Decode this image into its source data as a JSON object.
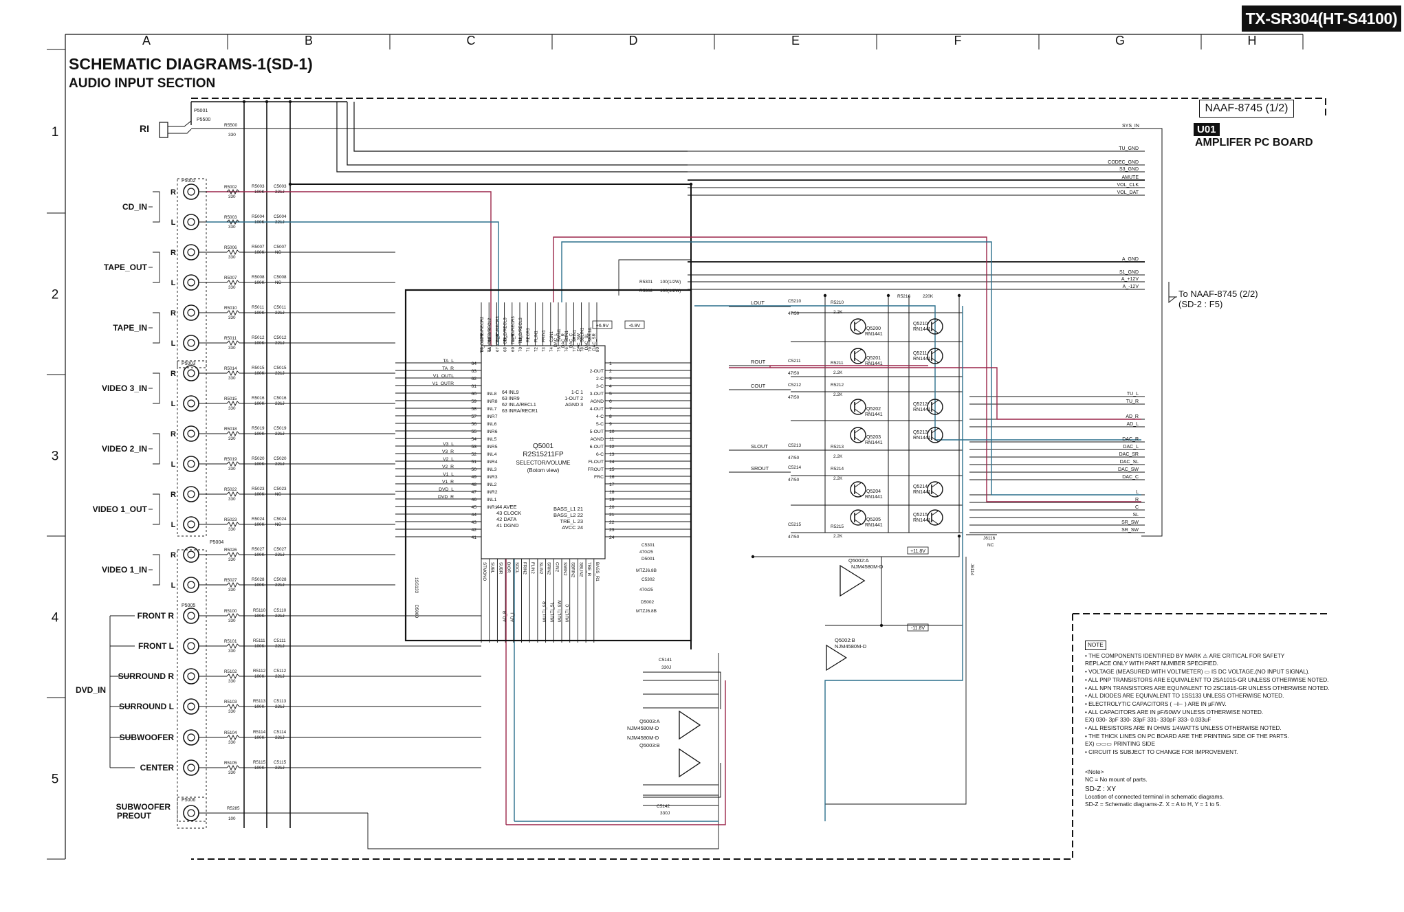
{
  "header": {
    "model": "TX-SR304(HT-S4100)",
    "title": "SCHEMATIC DIAGRAMS-1(SD-1)",
    "subtitle": "AUDIO INPUT SECTION"
  },
  "grid": {
    "columns": [
      "A",
      "B",
      "C",
      "D",
      "E",
      "F",
      "G",
      "H"
    ],
    "rows": [
      "1",
      "2",
      "3",
      "4",
      "5"
    ]
  },
  "board": {
    "ref": "NAAF-8745 (1/2)",
    "code": "U01",
    "name": "AMPLIFER PC BOARD",
    "ext_ref_line1": "To NAAF-8745 (2/2)",
    "ext_ref_line2": "(SD-2 : F5)"
  },
  "inputs": {
    "ri": "RI",
    "groups": [
      {
        "name": "CD_IN",
        "r": "R",
        "l": "L"
      },
      {
        "name": "TAPE_OUT",
        "r": "R",
        "l": "L"
      },
      {
        "name": "TAPE_IN",
        "r": "R",
        "l": "L"
      },
      {
        "name": "VIDEO 3_IN",
        "r": "R",
        "l": "L"
      },
      {
        "name": "VIDEO 2_IN",
        "r": "R",
        "l": "L"
      },
      {
        "name": "VIDEO 1_OUT",
        "r": "R",
        "l": "L"
      },
      {
        "name": "VIDEO 1_IN",
        "r": "R",
        "l": "L"
      }
    ],
    "dvd": {
      "name": "DVD_IN",
      "channels": [
        "FRONT R",
        "FRONT L",
        "SURROUND R",
        "SURROUND L",
        "SUBWOOFER",
        "CENTER"
      ]
    },
    "sub_preout_l1": "SUBWOOFER",
    "sub_preout_l2": "PREOUT",
    "connectors": [
      "P5001",
      "P5500",
      "P5002",
      "P5003",
      "P5004",
      "P5005",
      "P5006"
    ]
  },
  "ic": {
    "ref": "Q5001",
    "part": "R2S15211FP",
    "func": "SELECTOR/VOLUME",
    "view": "(Botom view)",
    "left_pins": [
      "64",
      "63",
      "62",
      "61",
      "60",
      "59",
      "58",
      "57",
      "56",
      "55",
      "54",
      "53",
      "52",
      "51",
      "50",
      "49",
      "48",
      "47",
      "46",
      "45",
      "44",
      "43",
      "42",
      "41"
    ],
    "left_labels": [
      "TA_L",
      "TA_R",
      "V1_OUTL",
      "V1_OUTR",
      "",
      "",
      "",
      "",
      "",
      "",
      "",
      "V3_L",
      "V3_R",
      "V2_L",
      "V2_R",
      "V1_L",
      "V1_R",
      "DVD_L",
      "DVD_R",
      "",
      "",
      "",
      "",
      ""
    ],
    "left_names": [
      "INL8",
      "INR8",
      "INL7",
      "INR7",
      "INL6",
      "INR6",
      "INL5",
      "INR5",
      "INL4",
      "INR4",
      "INL3",
      "INR3",
      "INL2",
      "INR2",
      "INL1",
      "INR1"
    ],
    "inner_left": [
      "64 INL9",
      "63 INR9",
      "62 INLA/RECL1",
      "63 INRA/RECR1"
    ],
    "inner_bottom": [
      "44 AVEE",
      "43 CLOCK",
      "42 DATA",
      "41 DGND"
    ],
    "inner_right_top": [
      "1-C 1",
      "1-OUT 2",
      "AGND 3"
    ],
    "inner_right_bottom": [
      "BASS_L1 21",
      "BASS_L2 22",
      "TRE_L 23",
      "AVCC 24"
    ],
    "right_pins": [
      "1",
      "2",
      "3",
      "4",
      "5",
      "6",
      "7",
      "8",
      "9",
      "10",
      "11",
      "12",
      "13",
      "14",
      "15",
      "16",
      "17",
      "18",
      "19",
      "20",
      "21",
      "22",
      "23",
      "24"
    ],
    "right_names": [
      "2-OUT",
      "2-C",
      "3-C",
      "3-OUT",
      "AGND",
      "4-OUT",
      "4-C",
      "5-C",
      "5-OUT",
      "AGND",
      "6-OUT",
      "6-C",
      "FLOUT",
      "FROUT",
      "FRC"
    ],
    "top_pins": [
      "65",
      "66",
      "67",
      "68",
      "69",
      "70",
      "71",
      "72",
      "73",
      "74",
      "75",
      "76",
      "77",
      "78",
      "79",
      "80"
    ],
    "top_names": [
      "INRB/RECR2",
      "INLB/RECL2",
      "INRC/RECR3",
      "INLC/RECL3",
      "INRD/RECR3",
      "INLD/RECL3",
      "RECR3",
      "FLIN1",
      "FRIN1",
      "C1N1",
      "SWIN1",
      "SLIN1",
      "SRIN1",
      "SBLIN1",
      "SBRIN1"
    ],
    "top_outer": [
      "TA_OUTR",
      "TA_OUTL",
      "CD_R",
      "CD_L",
      "TU_R",
      "TU_L"
    ],
    "top_dac": [
      "DAC_L",
      "DAC_R",
      "DAC_C",
      "DAC_SW",
      "DAC_SL",
      "DAC_SR"
    ],
    "bottom_names": [
      "STMONO",
      "SUBL",
      "SUBR",
      "DIOR",
      "SDCL",
      "FRIN2",
      "FLIN2",
      "SLIN2",
      "SRIN2",
      "CIN2",
      "SWIN2",
      "SBRIN2",
      "SBLIN2",
      "TRE_R",
      "BASS_R1"
    ],
    "bottom_outer": [
      "AD_R",
      "AD_L",
      "MULTI_SR",
      "MULTI_SL",
      "MULTI_SW",
      "MULTI_C"
    ],
    "supply_neg": "-6.9V",
    "supply_pos": "+6.9V"
  },
  "opamps": [
    {
      "ref": "Q5002:A",
      "part": "NJM4580M-D"
    },
    {
      "ref": "Q5002:B",
      "part": "NJM4580M-D"
    },
    {
      "ref": "Q5003:A",
      "part": "NJM4580M-D"
    },
    {
      "ref": "Q5003:B",
      "part": "NJM4580M-D"
    }
  ],
  "transistor_part": "RN1441",
  "transistors": [
    "Q5200",
    "Q5201",
    "Q5202",
    "Q5203",
    "Q5204",
    "Q5205",
    "Q5210",
    "Q5211",
    "Q5212",
    "Q5213",
    "Q5214",
    "Q5215"
  ],
  "signals_out": [
    "LOUT",
    "ROUT",
    "COUT",
    "SLOUT",
    "SROUT"
  ],
  "buses": [
    "SYS_IN",
    "TU_GND",
    "CODEC_GND",
    "S3_GND",
    "AMUTE",
    "VOL_CLK",
    "VOL_DAT",
    "A_GND",
    "S1_GND",
    "A_+12V",
    "A_-12V",
    "TU_L",
    "TU_R",
    "AD_R",
    "AD_L",
    "DAC_R",
    "DAC_L",
    "DAC_SR",
    "DAC_SL",
    "DAC_SW",
    "DAC_C",
    "L",
    "R",
    "C",
    "SL",
    "SR_SW",
    "SR_SW"
  ],
  "rails": {
    "pos": "+11.8V",
    "neg": "-11.8V"
  },
  "misc": {
    "nc": "NC",
    "j6116": "J6116",
    "j6114": "J6114",
    "d5001": "D5001",
    "d5001_part": "MTZJ6.8B",
    "d5002": "D5002",
    "d5002_part": "MTZJ6.8B",
    "c5301": "C5301",
    "c5301_val": "470/25",
    "c5302": "C5302",
    "c5302_val": "470/25"
  },
  "notes": {
    "head": "NOTE",
    "lines": [
      "• THE COMPONENTS IDENTIFIED BY MARK ⚠ ARE CRITICAL FOR SAFETY",
      "  REPLACE ONLY WITH PART NUMBER SPECIFIED.",
      "• VOLTAGE (MEASURED WITH VOLTMETER) ▭ IS DC VOLTAGE.(NO INPUT SIGNAL).",
      "• ALL PNP TRANSISTORS ARE EQUIVALENT TO 2SA1015-GR UNLESS OTHERWISE NOTED.",
      "• ALL NPN TRANSISTORS ARE EQUIVALENT TO 2SC1815-GR UNLESS OTHERWISE NOTED.",
      "• ALL DIODES ARE EQUIVALENT TO 1SS133 UNLESS OTHERWISE NOTED.",
      "• ELECTROLYTIC CAPACITORS ( ⊣⊢ ) ARE IN µF/WV.",
      "• ALL CAPACITORS ARE IN pF/50WV UNLESS OTHERWISE NOTED.",
      "  EX) 030- 3pF 330- 33pF 331- 330pF 333- 0.033uF",
      "• ALL RESISTORS ARE IN OHMS 1/4WATTS UNLESS OTHERWISE NOTED.",
      "• THE THICK LINES ON PC BOARD ARE THE PRINTING SIDE OF THE PARTS.",
      "  EX) ▭▭▭ PRINTING SIDE",
      "• CIRCUIT IS SUBJECT TO CHANGE FOR IMPROVEMENT."
    ]
  },
  "legend": {
    "head": "<Note>",
    "nc": "NC = No mount of parts.",
    "sdxy": "SD-Z : XY",
    "l1": "Location of connected terminal in schematic diagrams.",
    "l2": "SD-Z = Schematic diagrams-Z. X = A to H, Y = 1 to 5."
  },
  "colors": {
    "red_wire": "#9a2448",
    "teal_wire": "#2a6f8c",
    "ink": "#111111"
  }
}
